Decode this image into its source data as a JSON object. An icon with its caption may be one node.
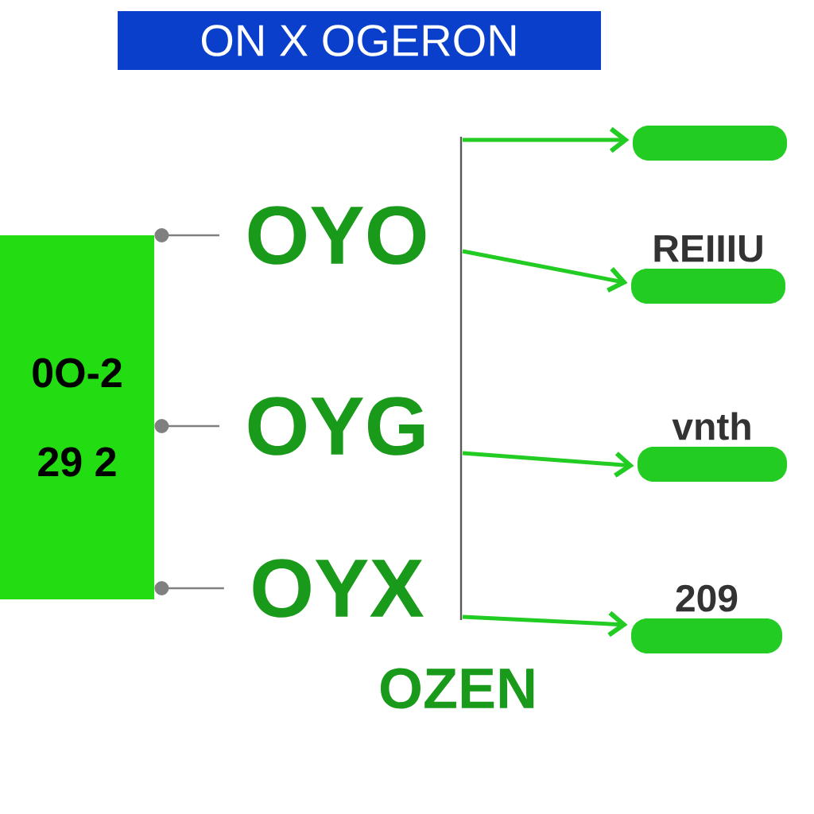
{
  "diagram": {
    "title": "ON X OGERON",
    "nodes": [
      {
        "text": [
          "0O-2",
          "29 2"
        ]
      },
      {
        "text": [
          "OYO"
        ]
      },
      {
        "text": [
          "OYG"
        ]
      },
      {
        "text": [
          "OYX"
        ]
      },
      {
        "text": [],
        "shape": "box"
      },
      {
        "text": [
          "REIIIU"
        ]
      },
      {
        "text": [
          "vnth"
        ]
      },
      {
        "text": [
          "209"
        ]
      }
    ],
    "edges": [
      {
        "from": 0,
        "to": 1,
        "arrow": "other",
        "color": "#808080"
      },
      {
        "from": 0,
        "to": 2,
        "arrow": "other",
        "color": "#808080"
      },
      {
        "from": 0,
        "to": 3,
        "arrow": "other",
        "color": "#808080"
      },
      {
        "from": null,
        "to": 4,
        "arrow": "to"
      },
      {
        "from": null,
        "to": 5,
        "arrow": "to"
      },
      {
        "from": null,
        "to": 6,
        "arrow": "to"
      },
      {
        "from": null,
        "to": 7,
        "arrow": "to"
      }
    ],
    "labels": [
      "OZEN"
    ]
  }
}
